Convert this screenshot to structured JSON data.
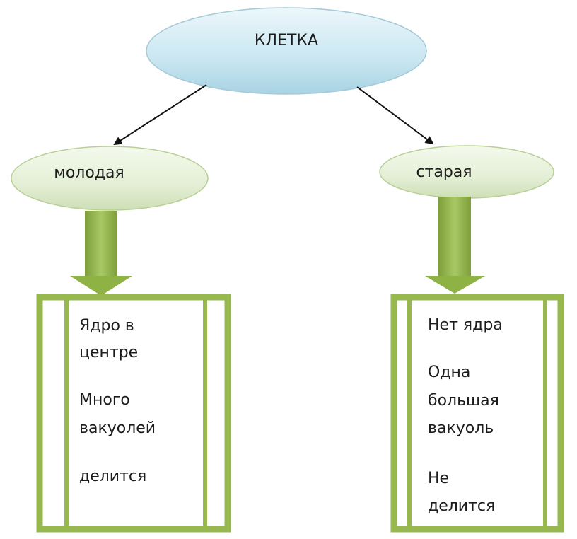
{
  "root": {
    "label": "КЛЕТКА"
  },
  "left": {
    "label": "молодая",
    "lines": [
      "Ядро в",
      "центре",
      "Много",
      "вакуолей",
      "делится"
    ]
  },
  "right": {
    "label": "старая",
    "lines": [
      "Нет ядра",
      "Одна",
      "большая",
      "вакуоль",
      "Не",
      "делится"
    ]
  },
  "colors": {
    "root_fill": "#c9e6f1",
    "leaf_fill": "#e4efd6",
    "arrow_green": "#8fb245",
    "box_border": "#96b84f"
  }
}
